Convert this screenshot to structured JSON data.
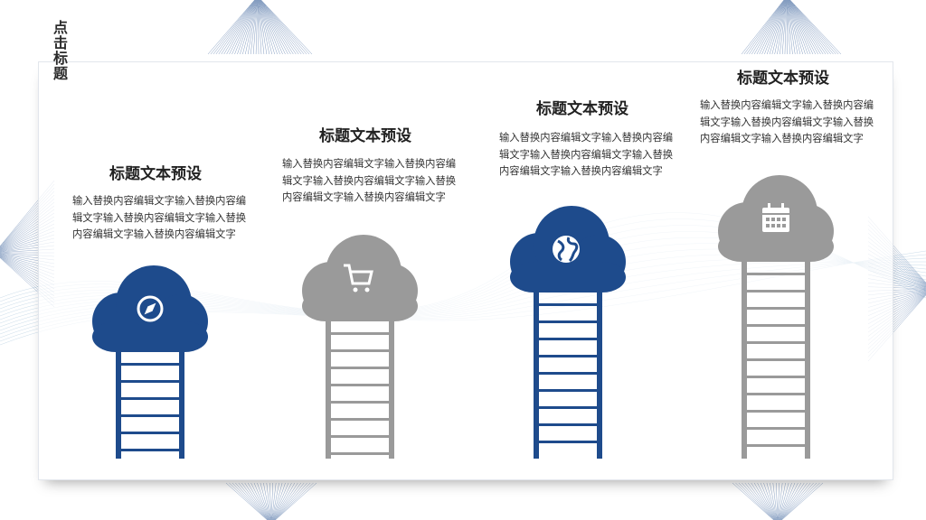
{
  "slide": {
    "title": "点击标题"
  },
  "colors": {
    "accent": "#1e4b8c",
    "muted": "#9a9a9a",
    "line": "#1e4b8c"
  },
  "steps": [
    {
      "title": "标题文本预设",
      "text": "输入替换内容编辑文字输入替换内容编辑文字输入替换内容编辑文字输入替换内容编辑文字输入替换内容编辑文字",
      "icon": "compass-icon",
      "style": "accent"
    },
    {
      "title": "标题文本预设",
      "text": "输入替换内容编辑文字输入替换内容编辑文字输入替换内容编辑文字输入替换内容编辑文字输入替换内容编辑文字",
      "icon": "shopping-cart-icon",
      "style": "muted"
    },
    {
      "title": "标题文本预设",
      "text": "输入替换内容编辑文字输入替换内容编辑文字输入替换内容编辑文字输入替换内容编辑文字输入替换内容编辑文字",
      "icon": "globe-icon",
      "style": "accent"
    },
    {
      "title": "标题文本预设",
      "text": "输入替换内容编辑文字输入替换内容编辑文字输入替换内容编辑文字输入替换内容编辑文字输入替换内容编辑文字",
      "icon": "calendar-icon",
      "style": "muted"
    }
  ]
}
